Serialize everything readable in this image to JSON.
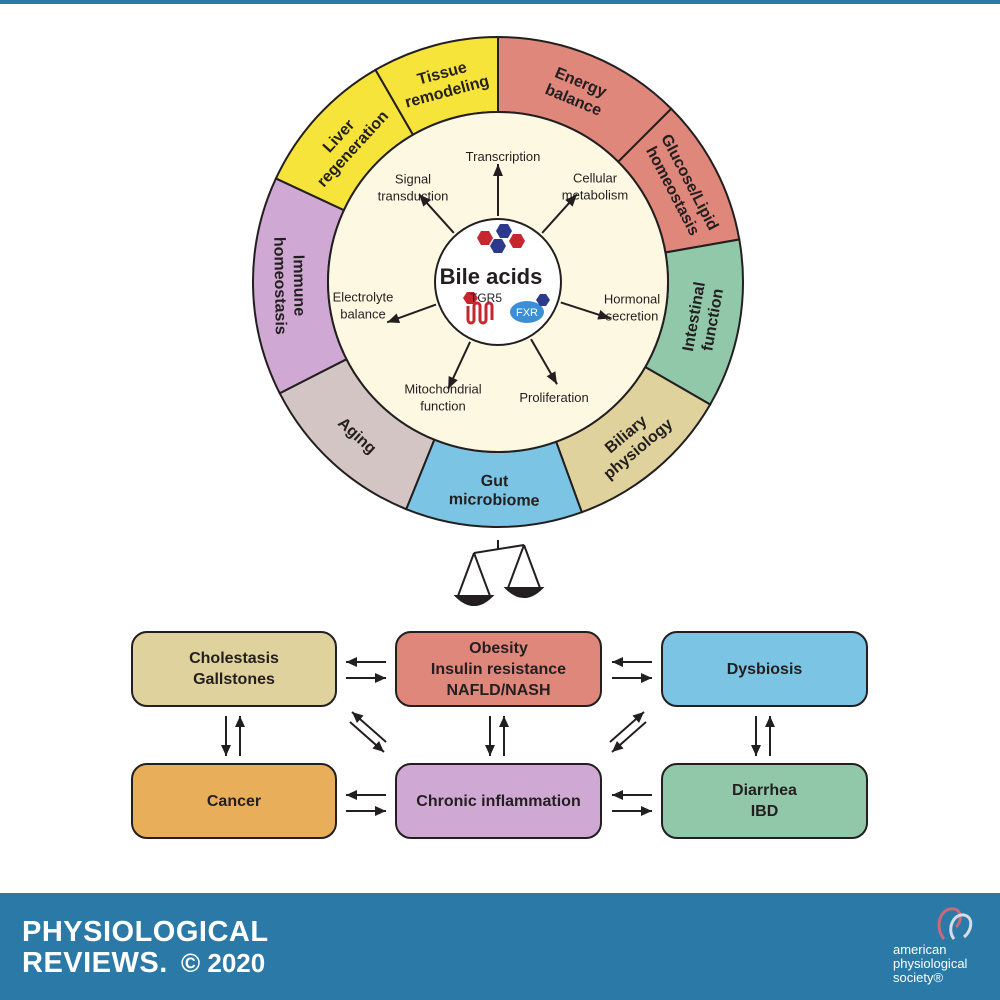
{
  "center": {
    "title": "Bile acids",
    "receptor_left": "TGR5",
    "receptor_right": "FXR"
  },
  "inner_processes": [
    {
      "lines": [
        "Transcription"
      ]
    },
    {
      "lines": [
        "Cellular",
        "metabolism"
      ]
    },
    {
      "lines": [
        "Hormonal",
        "secretion"
      ]
    },
    {
      "lines": [
        "Proliferation"
      ]
    },
    {
      "lines": [
        "Mitochondrial",
        "function"
      ]
    },
    {
      "lines": [
        "Electrolyte",
        "balance"
      ]
    },
    {
      "lines": [
        "Signal",
        "transduction"
      ]
    }
  ],
  "outer_segments": [
    {
      "lines": [
        "Energy",
        "balance"
      ],
      "color": "#e0877b"
    },
    {
      "lines": [
        "Glucose/Lipid",
        "homeostasis"
      ],
      "color": "#e0877b"
    },
    {
      "lines": [
        "Intestinal",
        "function"
      ],
      "color": "#91c8aa"
    },
    {
      "lines": [
        "Biliary",
        "physiology"
      ],
      "color": "#e0d29d"
    },
    {
      "lines": [
        "Gut",
        "microbiome"
      ],
      "color": "#7cc4e3"
    },
    {
      "lines": [
        "Aging"
      ],
      "color": "#d3c5c4"
    },
    {
      "lines": [
        "Immune",
        "homeostasis"
      ],
      "color": "#cfa9d3"
    },
    {
      "lines": [
        "Liver",
        "regeneration"
      ],
      "color": "#f7e43a"
    },
    {
      "lines": [
        "Tissue",
        "remodeling"
      ],
      "color": "#f7e43a"
    }
  ],
  "disease_boxes": {
    "cholestasis": {
      "line1": "Cholestasis",
      "line2": "Gallstones",
      "color": "#e0d29d"
    },
    "obesity": {
      "line1": "Obesity",
      "line2": "Insulin resistance",
      "line3": "NAFLD/NASH",
      "color": "#e0877b"
    },
    "dysbiosis": {
      "line1": "Dysbiosis",
      "color": "#7cc4e3"
    },
    "cancer": {
      "line1": "Cancer",
      "color": "#e8ae5a"
    },
    "inflammation": {
      "line1": "Chronic inflammation",
      "color": "#cfa9d3"
    },
    "diarrhea": {
      "line1": "Diarrhea",
      "line2": "IBD",
      "color": "#91c8aa"
    }
  },
  "footer": {
    "journal_line1": "PHYSIOLOGICAL",
    "journal_line2": "REVIEWS.",
    "copyright": "© 2020",
    "society_line1": "american",
    "society_line2": "physiological",
    "society_line3": "society®"
  },
  "colors": {
    "footer_bg": "#2a79a6",
    "inner_fill": "#fdf8e2",
    "outline": "#231f20"
  }
}
